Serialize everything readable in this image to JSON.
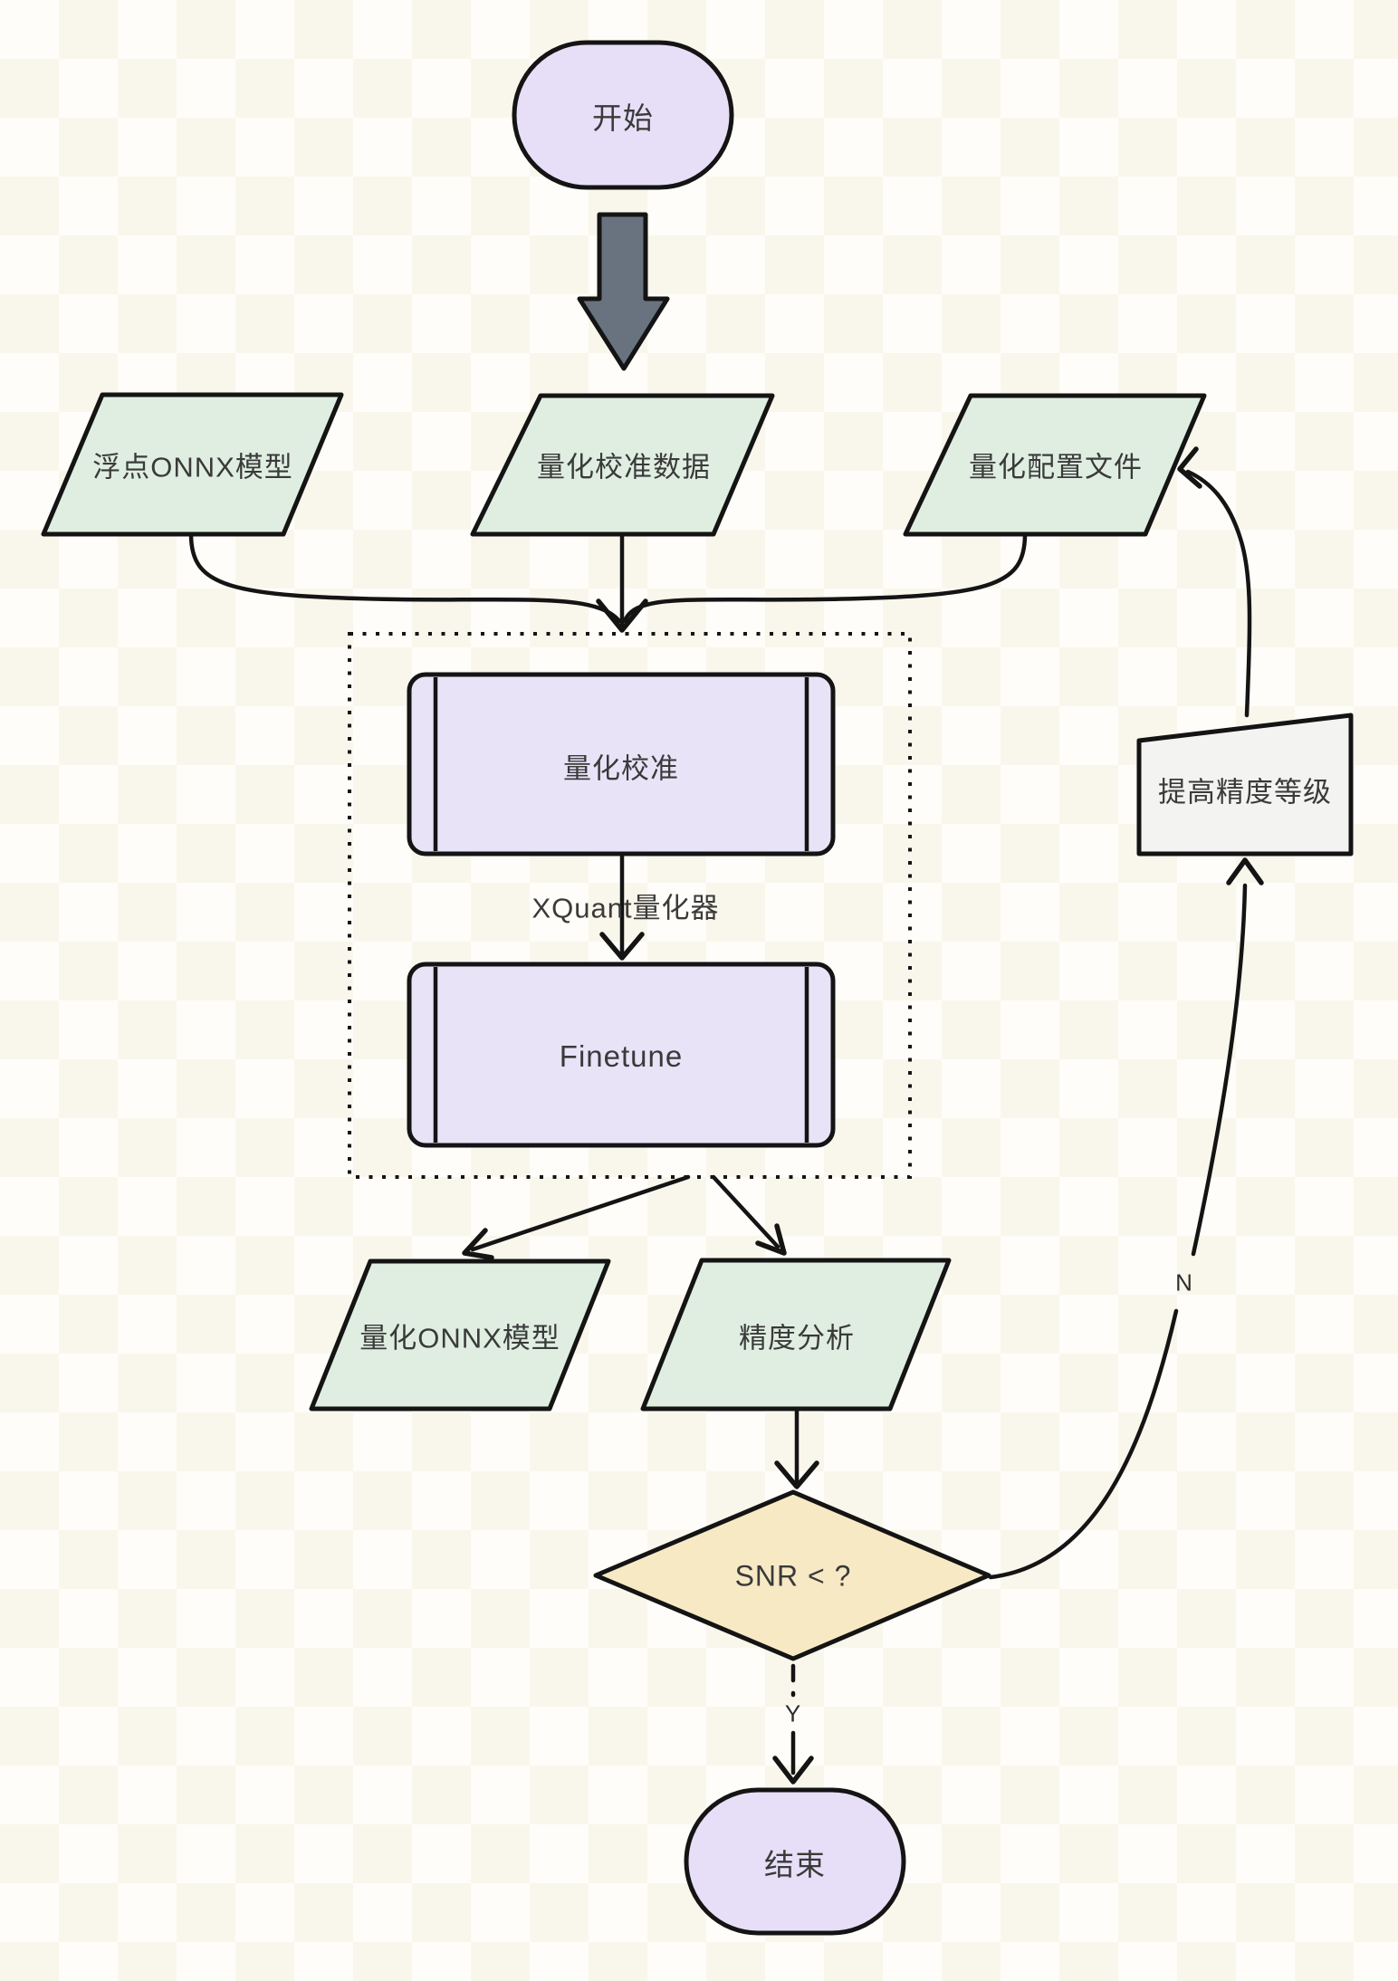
{
  "nodes": {
    "start": "开始",
    "float_onnx_model": "浮点ONNX模型",
    "calibration_data": "量化校准数据",
    "quant_config_file": "量化配置文件",
    "quant_calibration": "量化校准",
    "xquant_quantizer": "XQuant量化器",
    "finetune": "Finetune",
    "quant_onnx_model": "量化ONNX模型",
    "accuracy_analysis": "精度分析",
    "snr_decision": "SNR < ?",
    "raise_precision_level": "提高精度等级",
    "end": "结束"
  },
  "edge_labels": {
    "yes": "Y",
    "no": "N"
  },
  "colors": {
    "terminal_fill": "#e7dff7",
    "subprocess_fill": "#e9e3f8",
    "io_fill": "#dfeee1",
    "decision_fill": "#f8e9c5",
    "manual_fill": "#f3f3f1",
    "bold_arrow_fill": "#69737f",
    "line": "#141414"
  }
}
